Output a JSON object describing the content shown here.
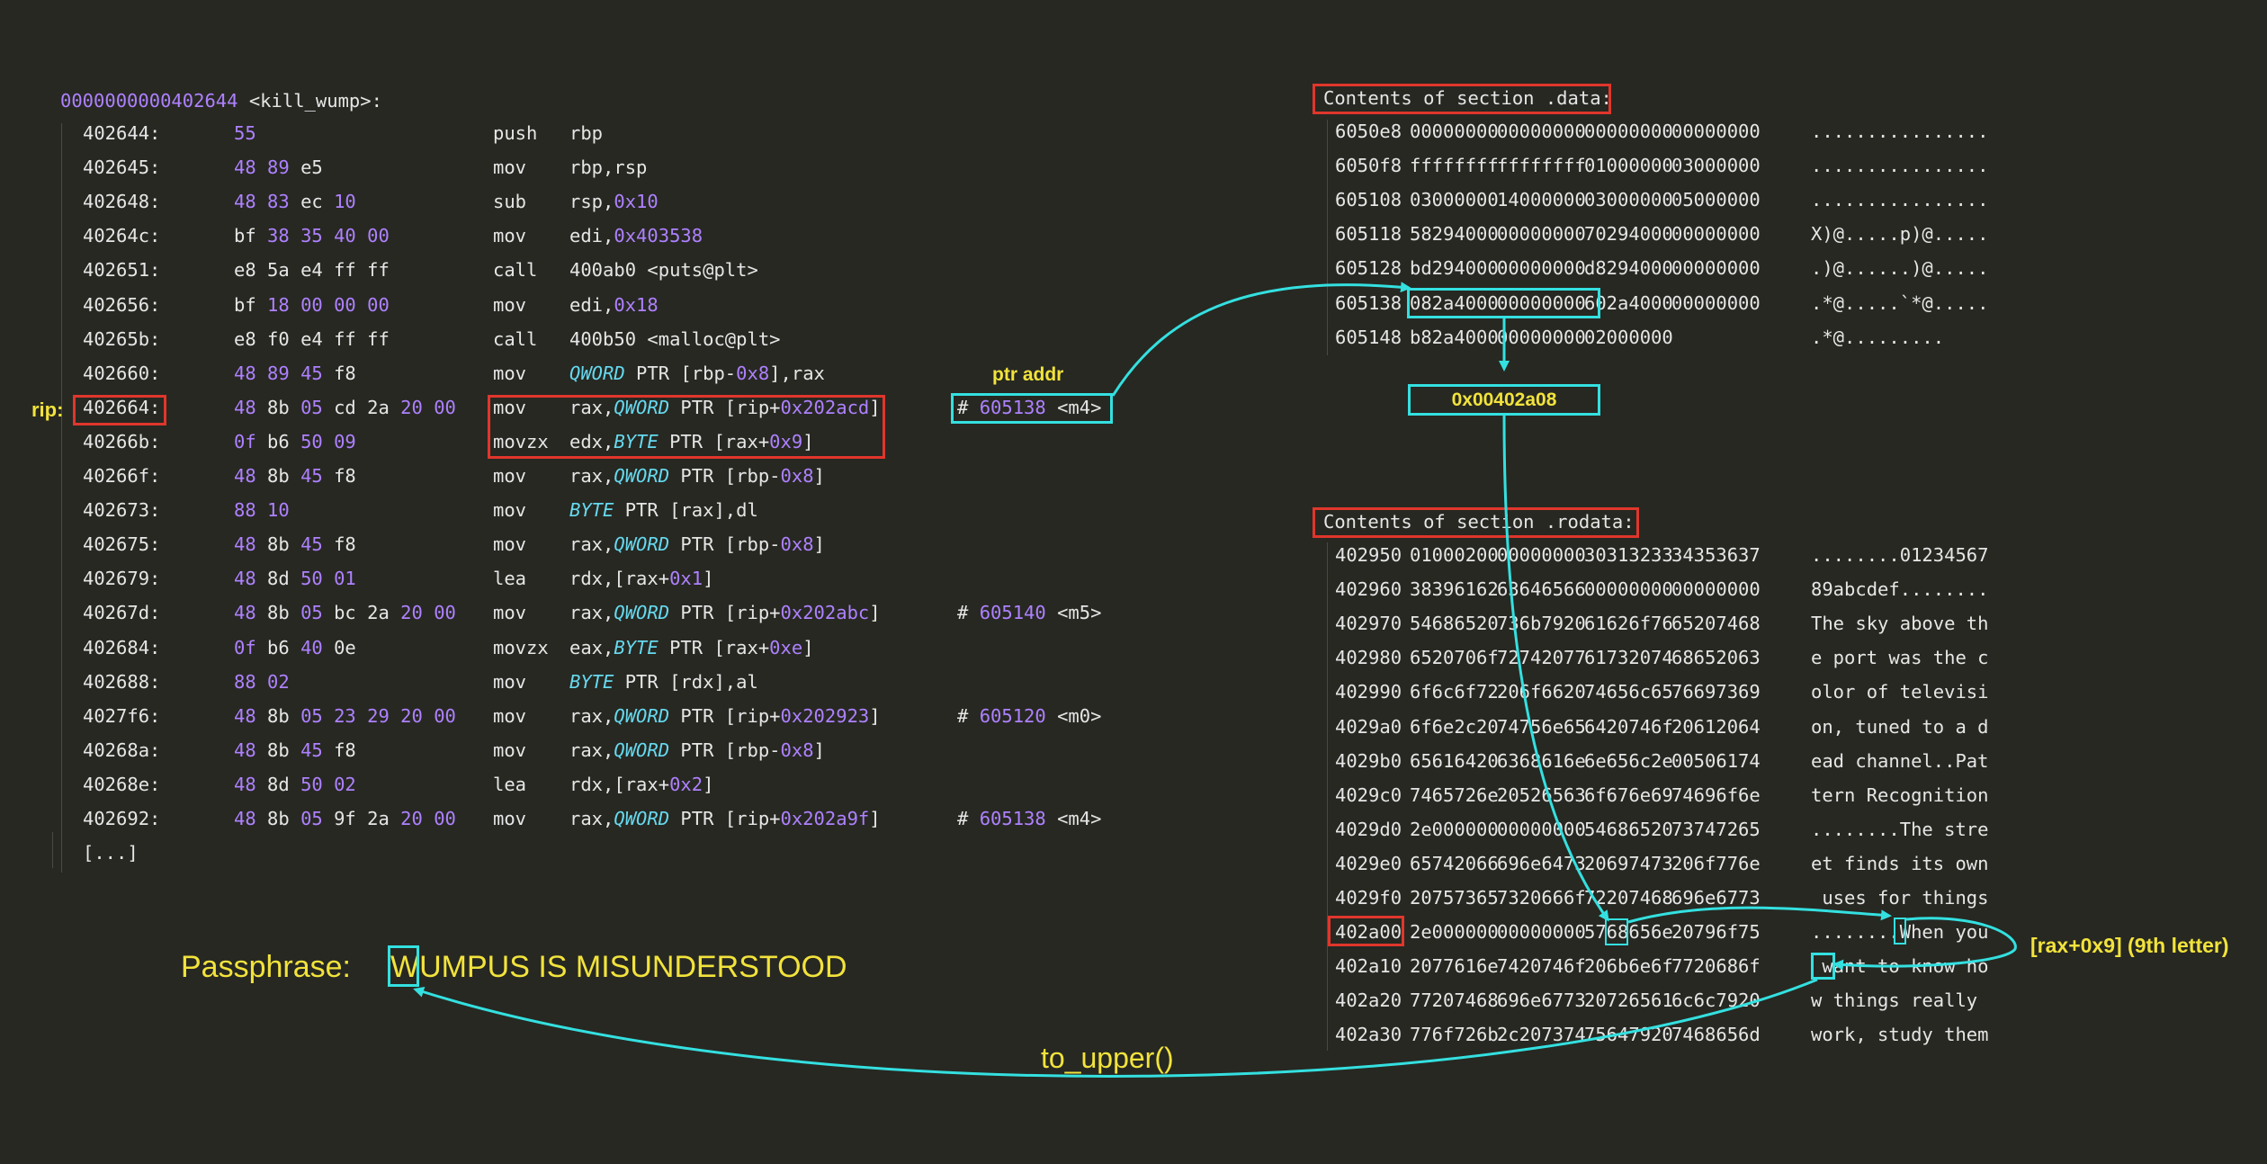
{
  "func_header": {
    "addr": "0000000000402644",
    "name": " <kill_wump>:"
  },
  "disasm": [
    {
      "addr": "402644:",
      "bytes": [
        [
          "55",
          1
        ]
      ],
      "mnem": "push",
      "ops": [
        [
          "rbp",
          0
        ]
      ],
      "cmt": null
    },
    {
      "addr": "402645:",
      "bytes": [
        [
          "48",
          1
        ],
        [
          "89",
          1
        ],
        [
          "e5",
          0
        ]
      ],
      "mnem": "mov",
      "ops": [
        [
          "rbp,rsp",
          0
        ]
      ],
      "cmt": null
    },
    {
      "addr": "402648:",
      "bytes": [
        [
          "48",
          1
        ],
        [
          "83",
          1
        ],
        [
          "ec",
          0
        ],
        [
          "10",
          1
        ]
      ],
      "mnem": "sub",
      "ops": [
        [
          "rsp,",
          0
        ],
        [
          "0x10",
          1
        ]
      ],
      "cmt": null
    },
    {
      "addr": "40264c:",
      "bytes": [
        [
          "bf",
          0
        ],
        [
          "38",
          1
        ],
        [
          "35",
          1
        ],
        [
          "40",
          1
        ],
        [
          "00",
          1
        ]
      ],
      "mnem": "mov",
      "ops": [
        [
          "edi,",
          0
        ],
        [
          "0x403538",
          1
        ]
      ],
      "cmt": null
    },
    {
      "addr": "402651:",
      "bytes": [
        [
          "e8",
          0
        ],
        [
          "5a",
          0
        ],
        [
          "e4",
          0
        ],
        [
          "ff",
          0
        ],
        [
          "ff",
          0
        ]
      ],
      "mnem": "call",
      "ops": [
        [
          "400ab0 <puts@plt>",
          0
        ]
      ],
      "cmt": null
    },
    {
      "addr": "402656:",
      "bytes": [
        [
          "bf",
          0
        ],
        [
          "18",
          1
        ],
        [
          "00",
          1
        ],
        [
          "00",
          1
        ],
        [
          "00",
          1
        ]
      ],
      "mnem": "mov",
      "ops": [
        [
          "edi,",
          0
        ],
        [
          "0x18",
          1
        ]
      ],
      "cmt": null
    },
    {
      "addr": "40265b:",
      "bytes": [
        [
          "e8",
          0
        ],
        [
          "f0",
          0
        ],
        [
          "e4",
          0
        ],
        [
          "ff",
          0
        ],
        [
          "ff",
          0
        ]
      ],
      "mnem": "call",
      "ops": [
        [
          "400b50 <malloc@plt>",
          0
        ]
      ],
      "cmt": null
    },
    {
      "addr": "402660:",
      "bytes": [
        [
          "48",
          1
        ],
        [
          "89",
          1
        ],
        [
          "45",
          1
        ],
        [
          "f8",
          0
        ]
      ],
      "mnem": "mov",
      "ops": [
        [
          "QWORD",
          2
        ],
        [
          " PTR [rbp-",
          0
        ],
        [
          "0x8",
          1
        ],
        [
          "],rax",
          0
        ]
      ],
      "cmt": null
    },
    {
      "addr": "402664:",
      "bytes": [
        [
          "48",
          1
        ],
        [
          "8b",
          0
        ],
        [
          "05",
          1
        ],
        [
          "cd",
          0
        ],
        [
          "2a",
          0
        ],
        [
          "20",
          1
        ],
        [
          "00",
          1
        ]
      ],
      "mnem": "mov",
      "ops": [
        [
          "rax,",
          0
        ],
        [
          "QWORD",
          2
        ],
        [
          " PTR [rip+",
          0
        ],
        [
          "0x202acd",
          1
        ],
        [
          "]",
          0
        ]
      ],
      "cmt": null
    },
    {
      "addr": "40266b:",
      "bytes": [
        [
          "0f",
          1
        ],
        [
          "b6",
          0
        ],
        [
          "50",
          1
        ],
        [
          "09",
          1
        ]
      ],
      "mnem": "movzx",
      "ops": [
        [
          "edx,",
          0
        ],
        [
          "BYTE",
          2
        ],
        [
          " PTR [rax+",
          0
        ],
        [
          "0x9",
          1
        ],
        [
          "]",
          0
        ]
      ],
      "cmt": null
    },
    {
      "addr": "40266f:",
      "bytes": [
        [
          "48",
          1
        ],
        [
          "8b",
          0
        ],
        [
          "45",
          1
        ],
        [
          "f8",
          0
        ]
      ],
      "mnem": "mov",
      "ops": [
        [
          "rax,",
          0
        ],
        [
          "QWORD",
          2
        ],
        [
          " PTR [rbp-",
          0
        ],
        [
          "0x8",
          1
        ],
        [
          "]",
          0
        ]
      ],
      "cmt": null
    },
    {
      "addr": "402673:",
      "bytes": [
        [
          "88",
          1
        ],
        [
          "10",
          1
        ]
      ],
      "mnem": "mov",
      "ops": [
        [
          "BYTE",
          2
        ],
        [
          " PTR [rax],dl",
          0
        ]
      ],
      "cmt": null
    },
    {
      "addr": "402675:",
      "bytes": [
        [
          "48",
          1
        ],
        [
          "8b",
          0
        ],
        [
          "45",
          1
        ],
        [
          "f8",
          0
        ]
      ],
      "mnem": "mov",
      "ops": [
        [
          "rax,",
          0
        ],
        [
          "QWORD",
          2
        ],
        [
          " PTR [rbp-",
          0
        ],
        [
          "0x8",
          1
        ],
        [
          "]",
          0
        ]
      ],
      "cmt": null
    },
    {
      "addr": "402679:",
      "bytes": [
        [
          "48",
          1
        ],
        [
          "8d",
          0
        ],
        [
          "50",
          1
        ],
        [
          "01",
          1
        ]
      ],
      "mnem": "lea",
      "ops": [
        [
          "rdx,[rax+",
          0
        ],
        [
          "0x1",
          1
        ],
        [
          "]",
          0
        ]
      ],
      "cmt": null
    },
    {
      "addr": "40267d:",
      "bytes": [
        [
          "48",
          1
        ],
        [
          "8b",
          0
        ],
        [
          "05",
          1
        ],
        [
          "bc",
          0
        ],
        [
          "2a",
          0
        ],
        [
          "20",
          1
        ],
        [
          "00",
          1
        ]
      ],
      "mnem": "mov",
      "ops": [
        [
          "rax,",
          0
        ],
        [
          "QWORD",
          2
        ],
        [
          " PTR [rip+",
          0
        ],
        [
          "0x202abc",
          1
        ],
        [
          "]",
          0
        ]
      ],
      "cmt": {
        "addr": "605140",
        "sym": " <m5>"
      }
    },
    {
      "addr": "402684:",
      "bytes": [
        [
          "0f",
          1
        ],
        [
          "b6",
          0
        ],
        [
          "40",
          1
        ],
        [
          "0e",
          0
        ]
      ],
      "mnem": "movzx",
      "ops": [
        [
          "eax,",
          0
        ],
        [
          "BYTE",
          2
        ],
        [
          " PTR [rax+",
          0
        ],
        [
          "0xe",
          1
        ],
        [
          "]",
          0
        ]
      ],
      "cmt": null
    },
    {
      "addr": "402688:",
      "bytes": [
        [
          "88",
          1
        ],
        [
          "02",
          1
        ]
      ],
      "mnem": "mov",
      "ops": [
        [
          "BYTE",
          2
        ],
        [
          " PTR [rdx],al",
          0
        ]
      ],
      "cmt": null
    },
    {
      "addr": "4027f6:",
      "bytes": [
        [
          "48",
          1
        ],
        [
          "8b",
          0
        ],
        [
          "05",
          1
        ],
        [
          "23",
          1
        ],
        [
          "29",
          1
        ],
        [
          "20",
          1
        ],
        [
          "00",
          1
        ]
      ],
      "mnem": "mov",
      "ops": [
        [
          "rax,",
          0
        ],
        [
          "QWORD",
          2
        ],
        [
          " PTR [rip+",
          0
        ],
        [
          "0x202923",
          1
        ],
        [
          "]",
          0
        ]
      ],
      "cmt": {
        "addr": "605120",
        "sym": " <m0>"
      }
    },
    {
      "addr": "40268a:",
      "bytes": [
        [
          "48",
          1
        ],
        [
          "8b",
          0
        ],
        [
          "45",
          1
        ],
        [
          "f8",
          0
        ]
      ],
      "mnem": "mov",
      "ops": [
        [
          "rax,",
          0
        ],
        [
          "QWORD",
          2
        ],
        [
          " PTR [rbp-",
          0
        ],
        [
          "0x8",
          1
        ],
        [
          "]",
          0
        ]
      ],
      "cmt": null
    },
    {
      "addr": "40268e:",
      "bytes": [
        [
          "48",
          1
        ],
        [
          "8d",
          0
        ],
        [
          "50",
          1
        ],
        [
          "02",
          1
        ]
      ],
      "mnem": "lea",
      "ops": [
        [
          "rdx,[rax+",
          0
        ],
        [
          "0x2",
          1
        ],
        [
          "]",
          0
        ]
      ],
      "cmt": null
    },
    {
      "addr": "402692:",
      "bytes": [
        [
          "48",
          1
        ],
        [
          "8b",
          0
        ],
        [
          "05",
          1
        ],
        [
          "9f",
          0
        ],
        [
          "2a",
          0
        ],
        [
          "20",
          1
        ],
        [
          "00",
          1
        ]
      ],
      "mnem": "mov",
      "ops": [
        [
          "rax,",
          0
        ],
        [
          "QWORD",
          2
        ],
        [
          " PTR [rip+",
          0
        ],
        [
          "0x202a9f",
          1
        ],
        [
          "]",
          0
        ]
      ],
      "cmt": {
        "addr": "605138",
        "sym": " <m4>"
      }
    }
  ],
  "ellipsis": "[...]",
  "rip_label": "rip:",
  "ptr_addr_label": "ptr addr",
  "ptr_comment": {
    "hash": "# ",
    "addr": "605138",
    "sym": " <m4>"
  },
  "data_section": {
    "title": "Contents of section .data:",
    "rows": [
      [
        "6050e8",
        "00000000",
        "00000000",
        "00000000",
        "00000000",
        "................"
      ],
      [
        "6050f8",
        "ffffffff",
        "ffffffff",
        "01000000",
        "03000000",
        "................"
      ],
      [
        "605108",
        "03000000",
        "14000000",
        "03000000",
        "05000000",
        "................"
      ],
      [
        "605118",
        "58294000",
        "00000000",
        "70294000",
        "00000000",
        "X)@.....p)@....."
      ],
      [
        "605128",
        "bd294000",
        "00000000",
        "d8294000",
        "00000000",
        ".)@......)@....."
      ],
      [
        "605138",
        "082a4000",
        "00000000",
        "602a4000",
        "00000000",
        ".*@.....`*@....."
      ],
      [
        "605148",
        "b82a4000",
        "00000000",
        "02000000",
        "",
        ".*@........."
      ]
    ]
  },
  "pointer_value": "0x00402a08",
  "rodata_section": {
    "title": "Contents of section .rodata:",
    "rows": [
      [
        "402950",
        "01000200",
        "00000000",
        "30313233",
        "34353637",
        "........01234567"
      ],
      [
        "402960",
        "38396162",
        "63646566",
        "00000000",
        "00000000",
        "89abcdef........"
      ],
      [
        "402970",
        "54686520",
        "736b7920",
        "61626f76",
        "65207468",
        "The sky above th"
      ],
      [
        "402980",
        "6520706f",
        "72742077",
        "61732074",
        "68652063",
        "e port was the c"
      ],
      [
        "402990",
        "6f6c6f72",
        "206f6620",
        "74656c65",
        "76697369",
        "olor of televisi"
      ],
      [
        "4029a0",
        "6f6e2c20",
        "74756e65",
        "6420746f",
        "20612064",
        "on, tuned to a d"
      ],
      [
        "4029b0",
        "65616420",
        "6368616e",
        "6e656c2e",
        "00506174",
        "ead channel..Pat"
      ],
      [
        "4029c0",
        "7465726e",
        "20526563",
        "6f676e69",
        "74696f6e",
        "tern Recognition"
      ],
      [
        "4029d0",
        "2e000000",
        "00000000",
        "54686520",
        "73747265",
        "........The stre"
      ],
      [
        "4029e0",
        "65742066",
        "696e6473",
        "20697473",
        "206f776e",
        "et finds its own"
      ],
      [
        "4029f0",
        "20757365",
        "7320666f",
        "72207468",
        "696e6773",
        " uses for things"
      ],
      [
        "402a00",
        "2e000000",
        "00000000",
        "5768656e",
        "20796f75",
        "........When you"
      ],
      [
        "402a10",
        "2077616e",
        "7420746f",
        "206b6e6f",
        "7720686f",
        " want to know ho"
      ],
      [
        "402a20",
        "77207468",
        "696e6773",
        "20726561",
        "6c6c7920",
        "w things really "
      ],
      [
        "402a30",
        "776f726b",
        "2c207374",
        "75647920",
        "7468656d",
        "work, study them"
      ]
    ]
  },
  "rax9_label": "[rax+0x9] (9th letter)",
  "passphrase_label": "Passphrase:",
  "passphrase_value": "WUMPUS IS MISUNDERSTOOD",
  "to_upper_label": "to_upper()",
  "colors": {
    "red_box": "#e0362c",
    "cyan": "#34e0e0",
    "yellow": "#f2e33c",
    "purple": "#ae81ff",
    "bg": "#272822"
  }
}
